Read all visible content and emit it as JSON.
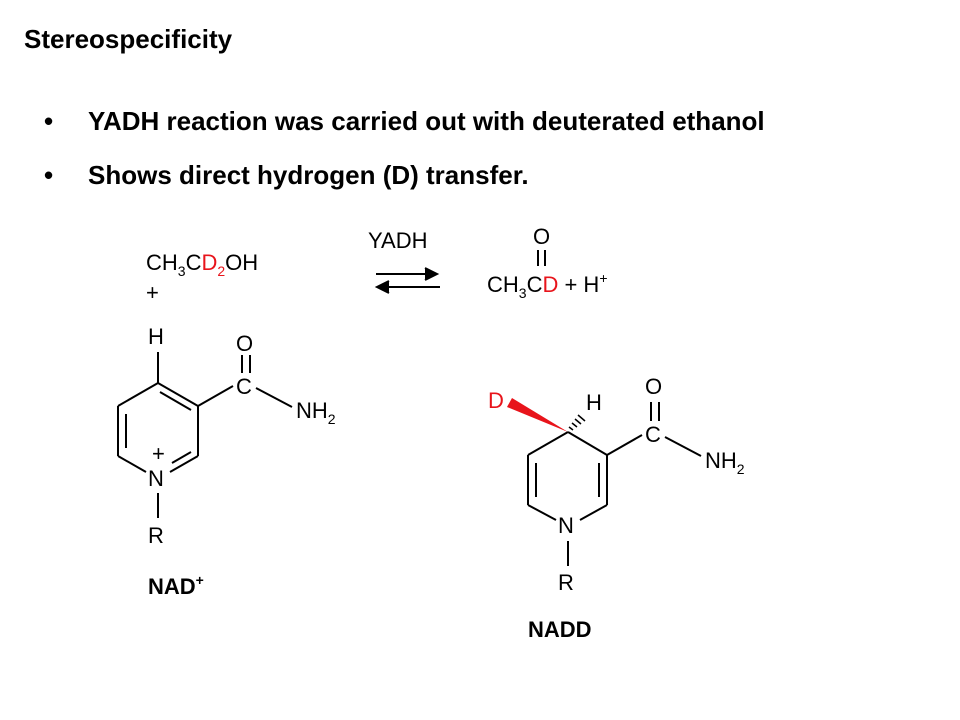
{
  "title": "Stereospecificity",
  "bullets": [
    "YADH reaction was carried out with deuterated ethanol",
    "Shows direct hydrogen (D) transfer."
  ],
  "colors": {
    "deuterium": "#e8141b",
    "text": "#000000"
  },
  "reaction": {
    "enzyme": "YADH",
    "reactant": {
      "ch": "CH",
      "sub3": "3",
      "c": "C",
      "d": "D",
      "sub2": "2",
      "oh": "OH",
      "plus": "+"
    },
    "product": {
      "o": "O",
      "ch": "CH",
      "sub3": "3",
      "c": "C",
      "d": "D",
      "plus_h": " + H",
      "sup": "+"
    }
  },
  "nad": {
    "h": "H",
    "o": "O",
    "c": "C",
    "nh": "NH",
    "sub2": "2",
    "n": "N",
    "plus": "+",
    "r": "R",
    "caption": "NAD",
    "caption_sup": "+"
  },
  "nadd": {
    "d": "D",
    "h": "H",
    "o": "O",
    "c": "C",
    "nh": "NH",
    "sub2": "2",
    "n": "N",
    "r": "R",
    "caption": "NADD"
  }
}
